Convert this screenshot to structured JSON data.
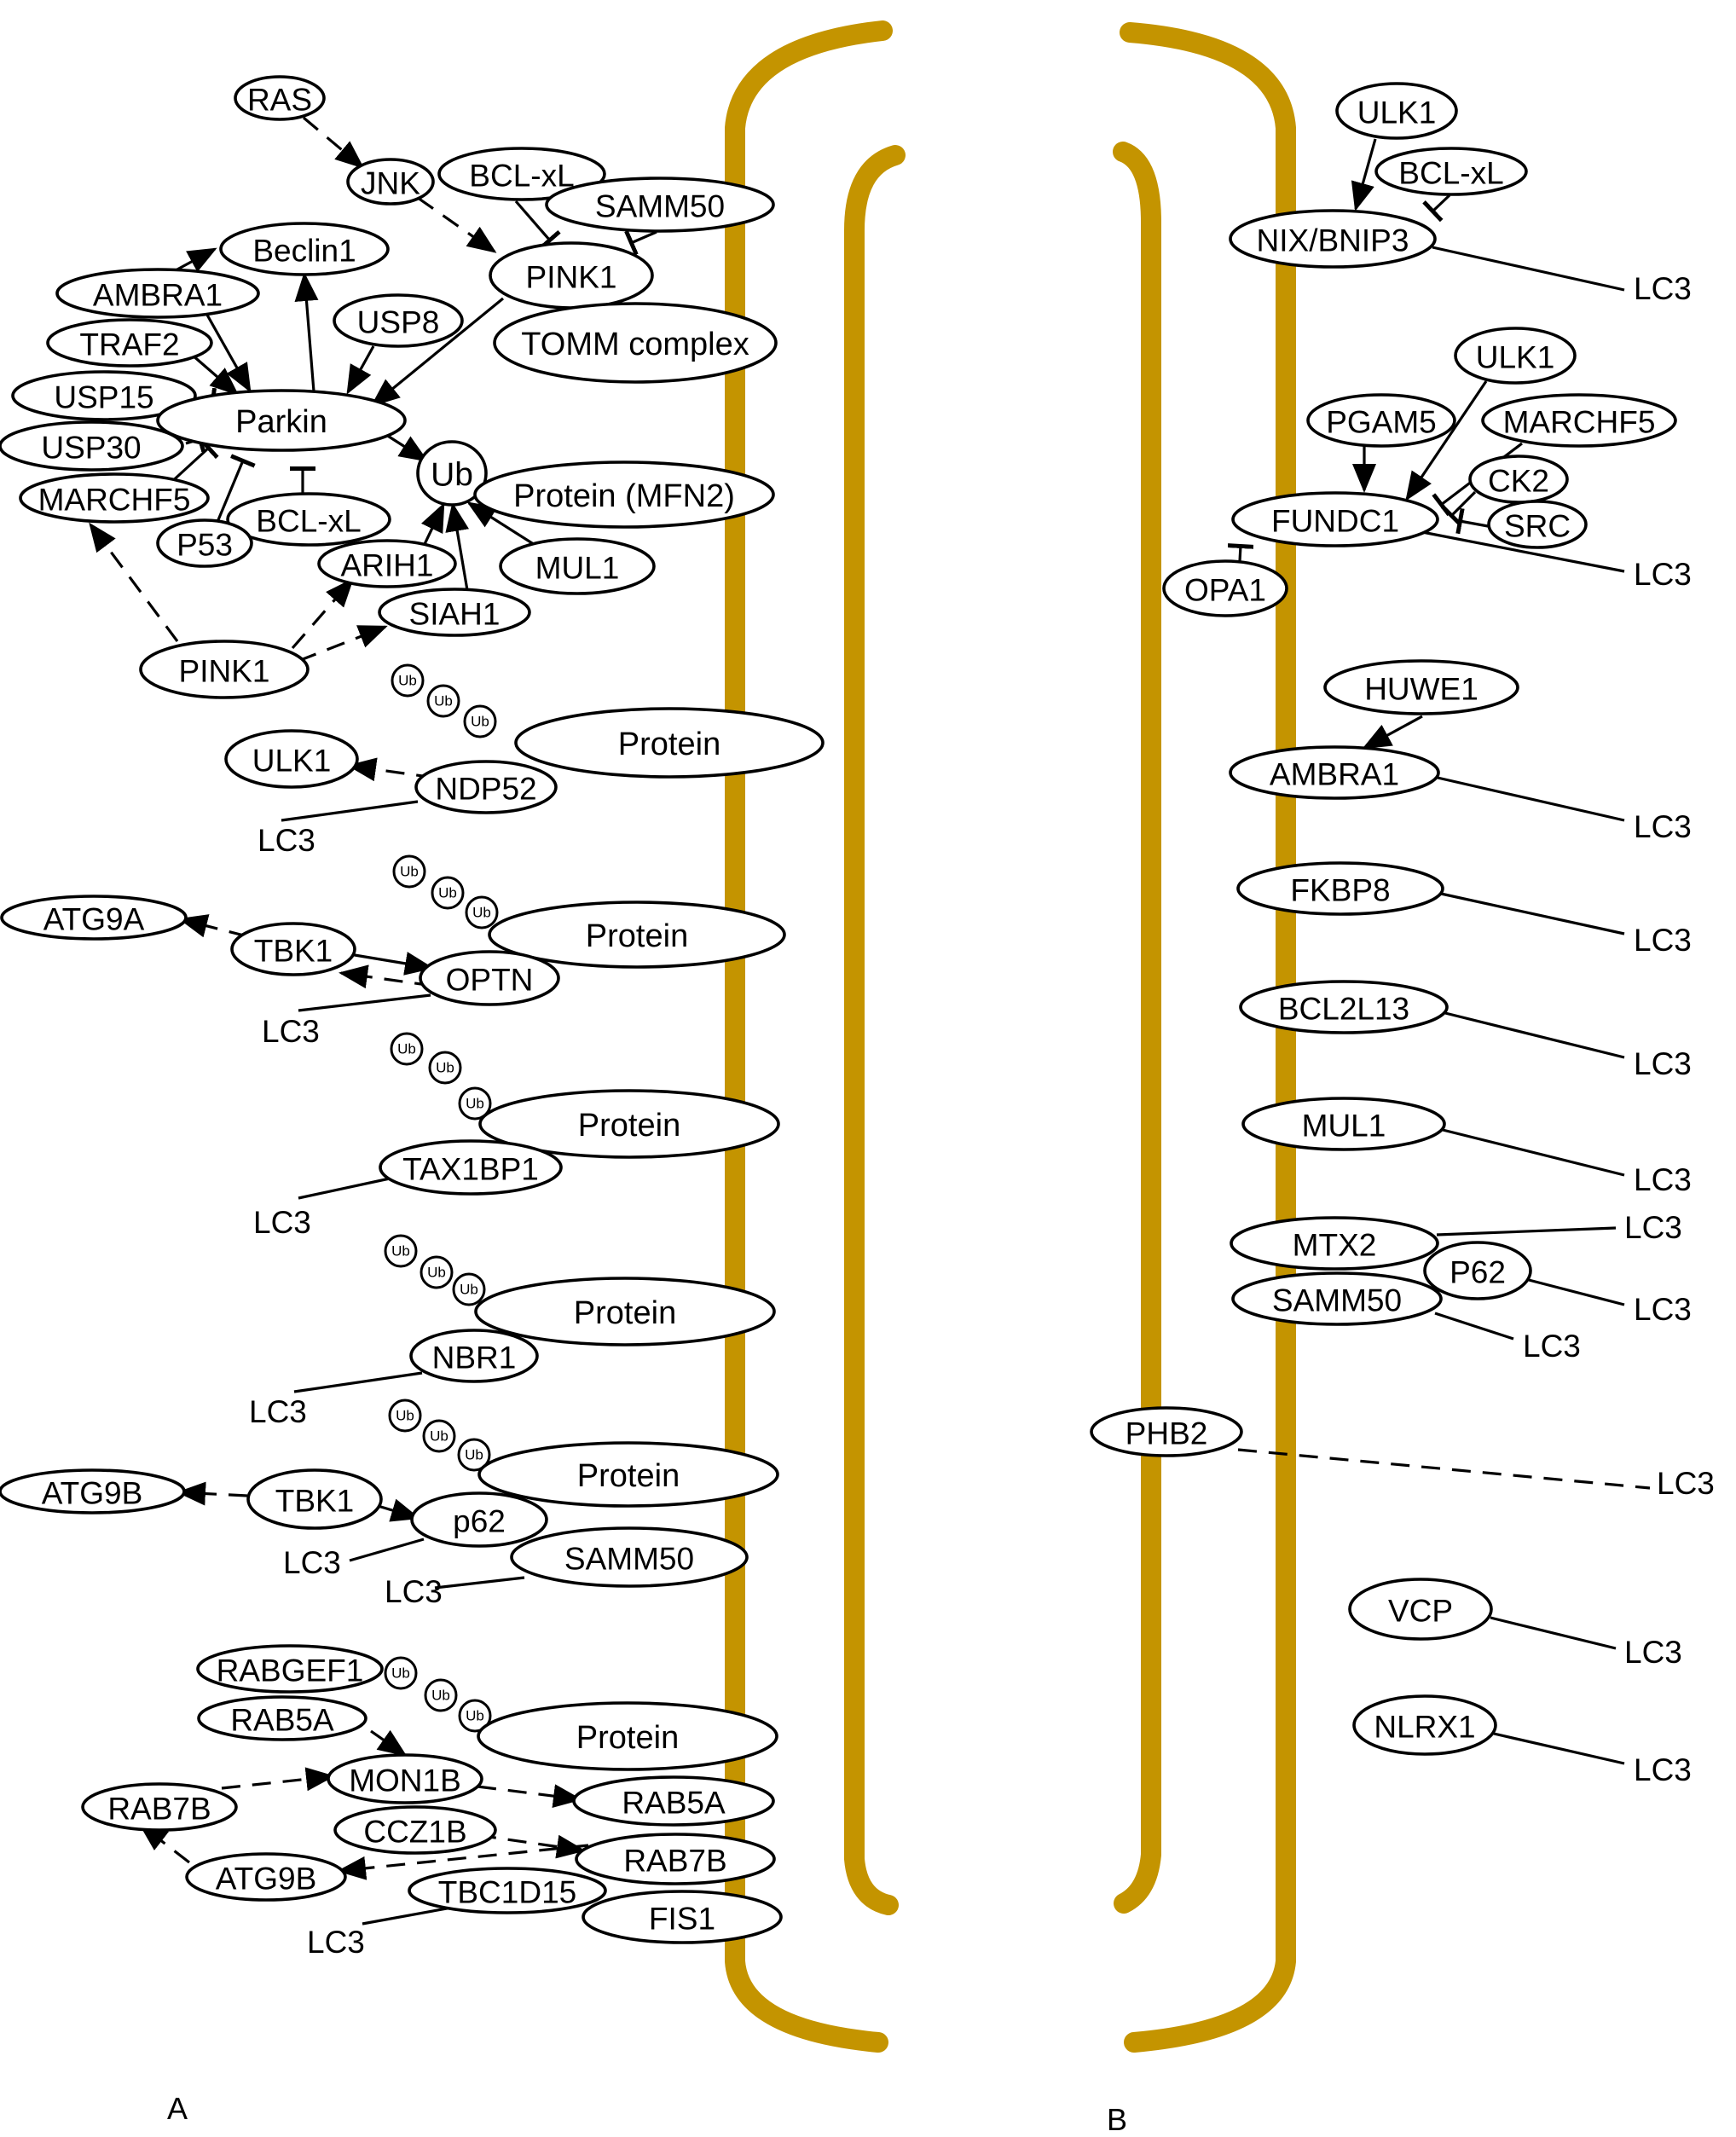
{
  "colors": {
    "membrane": "#c49400",
    "line": "#000000",
    "node_fill": "#ffffff"
  },
  "panels": {
    "a": "A",
    "b": "B"
  },
  "nodes": {
    "a_ras": "RAS",
    "a_jnk": "JNK",
    "a_bclxl_top": "BCL-xL",
    "a_samm50_top": "SAMM50",
    "a_pink1_top": "PINK1",
    "a_beclin1": "Beclin1",
    "a_ambra1": "AMBRA1",
    "a_usp8": "USP8",
    "a_traf2": "TRAF2",
    "a_tomm": "TOMM complex",
    "a_usp15": "USP15",
    "a_parkin": "Parkin",
    "a_usp30": "USP30",
    "a_ub": "Ub",
    "a_protein_mfn2": "Protein (MFN2)",
    "a_marchf5": "MARCHF5",
    "a_bclxl_mid": "BCL-xL",
    "a_p53": "P53",
    "a_arih1": "ARIH1",
    "a_mul1": "MUL1",
    "a_siah1": "SIAH1",
    "a_pink1_bot": "PINK1",
    "a_protein1": "Protein",
    "a_ulk1": "ULK1",
    "a_ndp52": "NDP52",
    "a_protein2": "Protein",
    "a_atg9a": "ATG9A",
    "a_tbk1_1": "TBK1",
    "a_optn": "OPTN",
    "a_protein3": "Protein",
    "a_tax1bp1": "TAX1BP1",
    "a_protein4": "Protein",
    "a_nbr1": "NBR1",
    "a_protein5": "Protein",
    "a_atg9b_1": "ATG9B",
    "a_tbk1_2": "TBK1",
    "a_p62": "p62",
    "a_samm50_bot": "SAMM50",
    "a_rabgef1": "RABGEF1",
    "a_rab5a_1": "RAB5A",
    "a_protein6": "Protein",
    "a_mon1b": "MON1B",
    "a_rab7b_1": "RAB7B",
    "a_rab5a_2": "RAB5A",
    "a_ccz1b": "CCZ1B",
    "a_rab7b_2": "RAB7B",
    "a_atg9b_2": "ATG9B",
    "a_tbc1d15": "TBC1D15",
    "a_fis1": "FIS1",
    "b_ulk1_1": "ULK1",
    "b_bclxl": "BCL-xL",
    "b_nix": "NIX/BNIP3",
    "b_ulk1_2": "ULK1",
    "b_pgam5": "PGAM5",
    "b_marchf5": "MARCHF5",
    "b_ck2": "CK2",
    "b_fundc1": "FUNDC1",
    "b_src": "SRC",
    "b_opa1": "OPA1",
    "b_huwe1": "HUWE1",
    "b_ambra1": "AMBRA1",
    "b_fkbp8": "FKBP8",
    "b_bcl2l13": "BCL2L13",
    "b_mul1": "MUL1",
    "b_mtx2": "MTX2",
    "b_p62": "P62",
    "b_samm50": "SAMM50",
    "b_phb2": "PHB2",
    "b_vcp": "VCP",
    "b_nlrx1": "NLRX1"
  },
  "ub_tag": "Ub",
  "lc3": {
    "a1": "LC3",
    "a2": "LC3",
    "a3": "LC3",
    "a4": "LC3",
    "a5": "LC3",
    "a6": "LC3",
    "a7": "LC3",
    "b_nix": "LC3",
    "b_fundc1": "LC3",
    "b_ambra1": "LC3",
    "b_fkbp8": "LC3",
    "b_bcl2l13": "LC3",
    "b_mul1": "LC3",
    "b_mtx2": "LC3",
    "b_p62": "LC3",
    "b_samm50": "LC3",
    "b_phb2": "LC3",
    "b_vcp": "LC3",
    "b_nlrx1": "LC3"
  }
}
